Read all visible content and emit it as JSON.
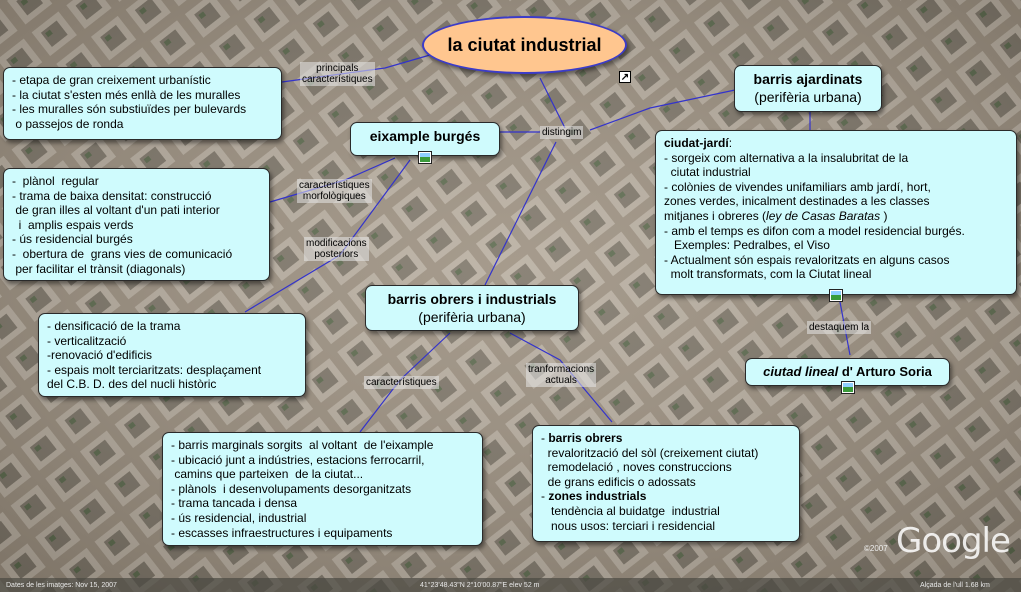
{
  "root": {
    "title": "la ciutat industrial"
  },
  "labels": {
    "principals": [
      "principals",
      "característiques"
    ],
    "distingim": "distingim",
    "morfologiques": [
      "característiques",
      "morfològiques"
    ],
    "modificacions": [
      "modificacions",
      "posteriors"
    ],
    "caracteristiques": "característiques",
    "transformacions": [
      "tranformacions",
      "actuals"
    ],
    "destaquem": "destaquem la"
  },
  "notes": {
    "general": [
      "- etapa de gran creixement urbanístic",
      "- la ciutat s'esten més enllà de les muralles",
      "- les muralles són substiuïdes per bulevards",
      " o passejos de ronda"
    ],
    "morfologia": [
      "-  plànol  regular",
      "- trama de baixa densitat: construcció",
      " de gran illes al voltant d'un pati interior",
      "  i  amplis espais verds",
      "- ús residencial burgés",
      "-  obertura de  grans vies de comunicació",
      " per facilitar el trànsit (diagonals)"
    ],
    "modificacions": [
      "- densificació de la trama",
      "- verticalització",
      "-renovació d'edificis",
      "- espais molt terciaritzats: desplaçament",
      "del C.B. D. des del nucli històric"
    ],
    "obrers_caract": [
      "- barris marginals sorgits  al voltant  de l'eixample",
      "- ubicació junt a indústries, estacions ferrocarril,",
      " camins que parteixen  de la ciutat...",
      "- plànols  i desenvolupaments desorganitzats",
      "- trama tancada i densa",
      "- ús residencial, industrial",
      "- escasses infraestructures i equipaments"
    ],
    "obrers_actuals": {
      "h1": "barris obrers",
      "l1": [
        "  revalorització del sòl (creixement ciutat)",
        "  remodelació , noves construccions",
        "  de grans edificis o adossats"
      ],
      "h2": "zones industrials",
      "l2": [
        "   tendència al buidatge  industrial",
        "   nous usos: terciari i residencial"
      ]
    },
    "jardi": {
      "head": "ciudat-jardí",
      "colon": ":",
      "lines": [
        "- sorgeix com alternativa a la insalubritat de la",
        "  ciutat industrial",
        "- colònies de vivendes unifamiliars amb jardí, hort,",
        "zones verdes, inicalment destinades a les classes",
        "mitjanes i obreres ("
      ],
      "ley": "ley de Casas Baratas",
      "ley_close": " )",
      "lines2": [
        "- amb el temps es difon com a model residencial burgés.",
        "   Exemples: Pedralbes, el Viso",
        "- Actualment són espais revaloritzats en alguns casos",
        "  molt transformats, com la Ciutat lineal"
      ]
    }
  },
  "topics": {
    "eixample": {
      "title": "eixample burgés"
    },
    "ajardinats": {
      "title": "barris ajardinats",
      "sub": "(perifèria urbana)"
    },
    "obrers": {
      "title": "barris obrers i industrials",
      "sub": "(perifèria urbana)"
    },
    "lineal": {
      "title_italic": "ciutad lineal",
      "title_rest": "  d' Arturo Soria"
    }
  },
  "map": {
    "google": "Google",
    "copyright": "©2007",
    "footer_left": "Dates de les imatges: Nov 15, 2007",
    "footer_mid": "41°23'48.43\"N   2°10'00.87\"E   elev   52 m",
    "footer_right": "Alçada de l'ull  1.68 km"
  },
  "colors": {
    "note_bg": "#cffbfd",
    "root_bg": "#ffc68f",
    "root_border": "#3c3cc8",
    "link": "#3333cc"
  }
}
